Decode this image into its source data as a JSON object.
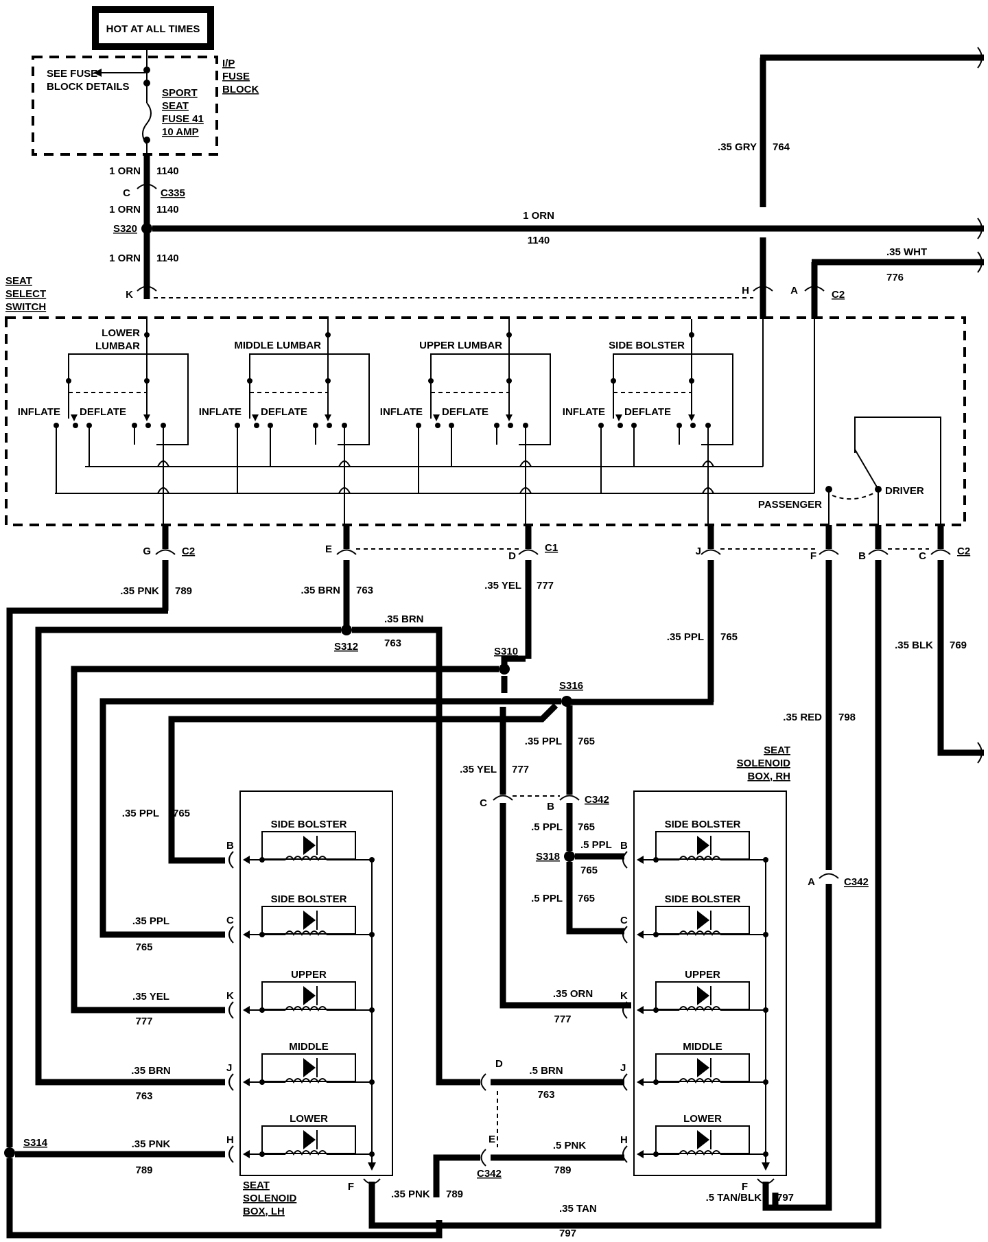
{
  "power": {
    "label": "HOT AT ALL TIMES"
  },
  "fuse_block": {
    "note": [
      "SEE FUSE",
      "BLOCK DETAILS"
    ],
    "name": [
      "I/P",
      "FUSE",
      "BLOCK"
    ],
    "fuse": [
      "SPORT",
      "SEAT",
      "FUSE 41",
      "10 AMP"
    ]
  },
  "wires": {
    "w1140_a": [
      "1 ORN",
      "1140"
    ],
    "c335": [
      "C",
      "C335"
    ],
    "w1140_b": [
      "1 ORN",
      "1140"
    ],
    "s320": "S320",
    "w1140_right": [
      "1 ORN",
      "1140"
    ],
    "w1140_c": [
      "1 ORN",
      "1140"
    ],
    "w764": [
      ".35 GRY",
      "764"
    ],
    "w776": [
      ".35 WHT",
      "776"
    ],
    "k": "K",
    "h": "H",
    "a": "A",
    "c2_top": "C2",
    "g": "G",
    "c2_g": "C2",
    "w789": [
      ".35 PNK",
      "789"
    ],
    "e": "E",
    "w763": [
      ".35 BRN",
      "763"
    ],
    "d": "D",
    "c1": "C1",
    "w777": [
      ".35 YEL",
      "777"
    ],
    "j": "J",
    "w765": [
      ".35 PPL",
      "765"
    ],
    "f": "F",
    "b": "B",
    "c": "C",
    "c2_bot": "C2",
    "w798": [
      ".35 RED",
      "798"
    ],
    "w769": [
      ".35 BLK",
      "769"
    ],
    "s312": "S312",
    "w763b": [
      ".35 BRN",
      "763"
    ],
    "s310": "S310",
    "s316": "S316",
    "w765b": [
      ".35 PPL",
      "765"
    ],
    "w777b": [
      ".35 YEL",
      "777"
    ],
    "c342_top": [
      "C",
      "B",
      "C342"
    ],
    "w765c": [
      ".5 PPL",
      "765"
    ],
    "s318": "S318",
    "w765d": [
      ".5 PPL",
      "765"
    ],
    "w765e": [
      ".5 PPL",
      "765"
    ],
    "a342": [
      "A",
      "C342"
    ],
    "lh_b": [
      ".35 PPL",
      "765"
    ],
    "lh_c": [
      ".35 PPL",
      "765"
    ],
    "lh_k": [
      ".35 YEL",
      "777"
    ],
    "lh_j": [
      ".35 BRN",
      "763"
    ],
    "lh_h": [
      ".35 PNK",
      "789"
    ],
    "s314": "S314",
    "rh_k": [
      ".35 ORN",
      "777"
    ],
    "rh_j": [
      ".5 BRN",
      "763"
    ],
    "rh_h": [
      ".5 PNK",
      "789"
    ],
    "c342_bot": [
      "D",
      "E",
      "C342"
    ],
    "w789b": [
      ".35 PNK",
      "789"
    ],
    "w797": [
      ".35 TAN",
      "797"
    ],
    "w797b": [
      ".5 TAN/BLK",
      "797"
    ]
  },
  "switch": {
    "name": [
      "SEAT",
      "SELECT",
      "SWITCH"
    ],
    "sections": [
      [
        "LOWER",
        "LUMBAR"
      ],
      [
        "MIDDLE LUMBAR"
      ],
      [
        "UPPER LUMBAR"
      ],
      [
        "SIDE BOLSTER"
      ]
    ],
    "inflate": "INFLATE",
    "deflate": "DEFLATE",
    "passenger": "PASSENGER",
    "driver": "DRIVER"
  },
  "lh_box": {
    "name": [
      "SEAT",
      "SOLENOID",
      "BOX, LH"
    ],
    "pins": [
      "B",
      "C",
      "K",
      "J",
      "H",
      "F"
    ],
    "solenoids": [
      "SIDE BOLSTER",
      "SIDE BOLSTER",
      "UPPER",
      "MIDDLE",
      "LOWER"
    ]
  },
  "rh_box": {
    "name": [
      "SEAT",
      "SOLENOID",
      "BOX, RH"
    ],
    "pins": [
      "B",
      "C",
      "K",
      "J",
      "H",
      "F"
    ],
    "solenoids": [
      "SIDE BOLSTER",
      "SIDE BOLSTER",
      "UPPER",
      "MIDDLE",
      "LOWER"
    ]
  }
}
